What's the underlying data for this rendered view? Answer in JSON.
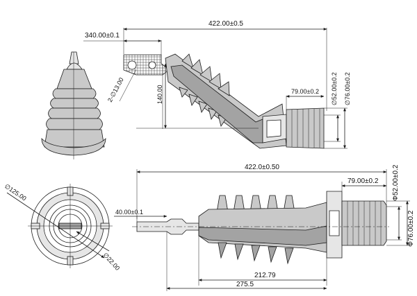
{
  "colors": {
    "outline": "#1a1a1a",
    "rubber": "#c9c9c9",
    "section_fill": "#a3a3a3",
    "metal_fill": "#e6e6e6",
    "background": "#ffffff"
  },
  "top_view": {
    "overall_length": "422.00±0.5",
    "offset_length": "340.00±0.1",
    "hole_spec": "2-∅13.00",
    "height": "140.00",
    "end_length": "79.00±0.2",
    "inner_diameter": "∅52.00±0.2",
    "outer_diameter": "∅76.00±0.2"
  },
  "bottom_view": {
    "overall_length": "422.0±0.50",
    "end_length": "79.00±0.2",
    "inner_diameter": "Φ52.00±0.2",
    "outer_diameter": "Φ76.00±0.2",
    "lug_length": "40.00±0.1",
    "body_length_1": "212.79",
    "body_length_2": "275.5"
  },
  "end_view": {
    "outer_diameter": "∅125.00",
    "inner_diameter": "∅22.00"
  }
}
